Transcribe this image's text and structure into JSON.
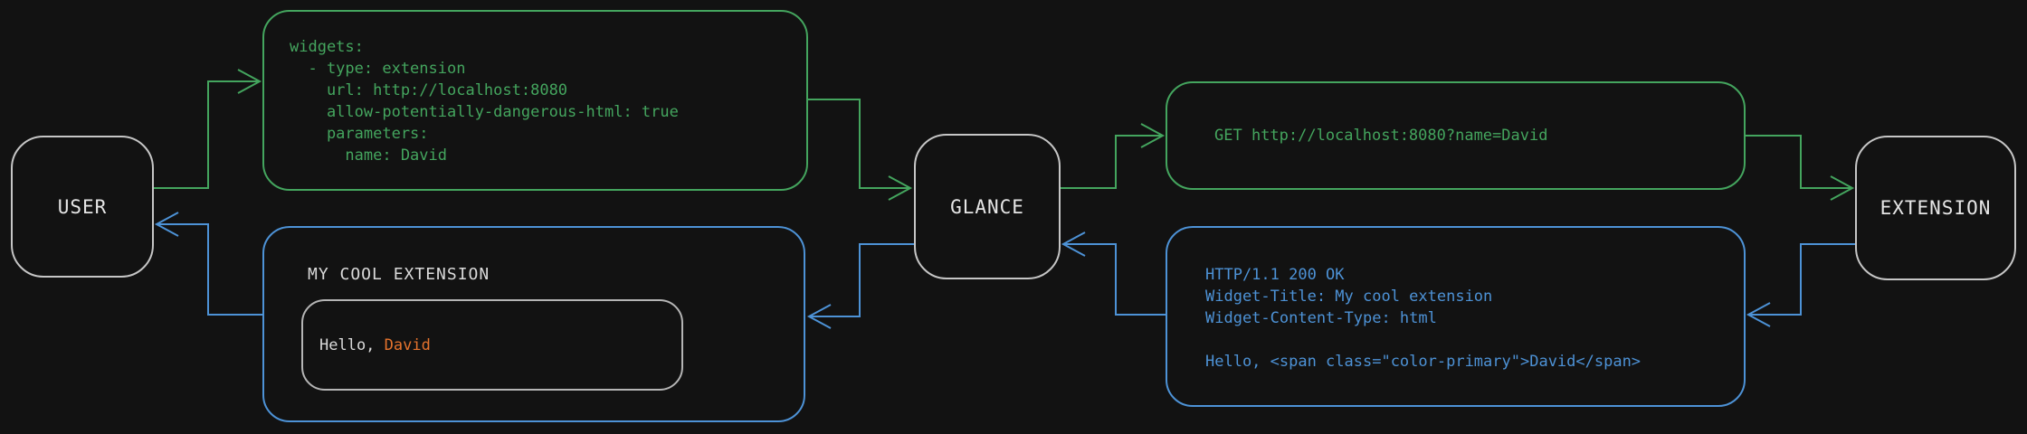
{
  "colors": {
    "background": "#121212",
    "request_flow_green": "#44a55e",
    "response_flow_blue": "#4d92d6",
    "accent_orange": "#e5732d",
    "node_border_gray": "#c6c6c6"
  },
  "nodes": {
    "user": {
      "label": "USER"
    },
    "glance": {
      "label": "GLANCE"
    },
    "extension": {
      "label": "EXTENSION"
    }
  },
  "config_box": {
    "lines": [
      "widgets:",
      "  - type: extension",
      "    url: http://localhost:8080",
      "    allow-potentially-dangerous-html: true",
      "    parameters:",
      "      name: David"
    ]
  },
  "request_box": {
    "text": "GET http://localhost:8080?name=David"
  },
  "response_box": {
    "lines": [
      "HTTP/1.1 200 OK",
      "Widget-Title: My cool extension",
      "Widget-Content-Type: html",
      "",
      "Hello, <span class=\"color-primary\">David</span>"
    ]
  },
  "preview_box": {
    "title": "MY COOL EXTENSION",
    "greeting_prefix": "Hello, ",
    "greeting_name": "David"
  }
}
